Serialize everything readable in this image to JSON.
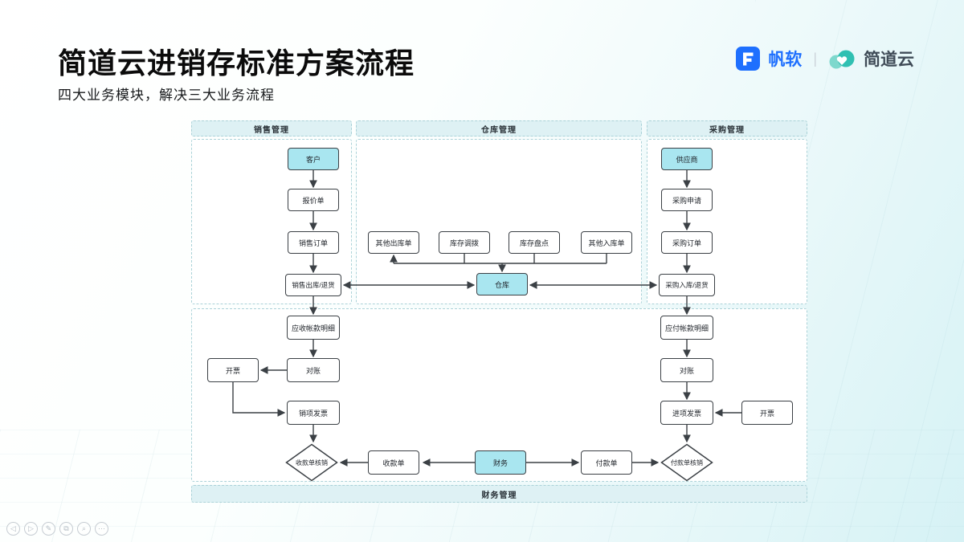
{
  "slide": {
    "title": "简道云进销存标准方案流程",
    "subtitle": "四大业务模块，解决三大业务流程"
  },
  "logos": {
    "fanruan_text": "帆软",
    "divider": "|",
    "jiandaoyun_text": "简道云"
  },
  "sections": {
    "sales": "销售管理",
    "warehouse": "仓库管理",
    "purchase": "采购管理",
    "finance": "财务管理"
  },
  "nodes": {
    "customer": "客户",
    "quotation": "报价单",
    "sales_order": "销售订单",
    "sales_outbound": "销售出库/退货",
    "other_outbound": "其他出库单",
    "stock_transfer": "库存调拨",
    "stock_count": "库存盘点",
    "other_inbound": "其他入库单",
    "warehouse": "仓库",
    "supplier": "供应商",
    "purchase_request": "采购申请",
    "purchase_order": "采购订单",
    "purchase_inbound": "采购入库/退货",
    "ar_detail": "应收帐款明细",
    "reconcile_left": "对账",
    "invoice_left": "开票",
    "sales_invoice": "销项发票",
    "receipt_writeoff": "收款单核销",
    "receipt": "收款单",
    "finance": "财务",
    "payment": "付款单",
    "payment_writeoff": "付款单核销",
    "ap_detail": "应付帐款明细",
    "reconcile_right": "对账",
    "input_invoice": "进项发票",
    "invoice_right": "开票"
  },
  "toolbar": {
    "prev_glyph": "◁",
    "next_glyph": "▷",
    "pen_glyph": "✎",
    "slides_glyph": "⧉",
    "zoom_glyph": "⌕",
    "more_glyph": "⋯"
  },
  "colors": {
    "accent_blue": "#1e6ffe",
    "brand_teal": "#30c0b2",
    "node_cyan": "#a9e6f0",
    "header_fill": "#def1f4",
    "dashed_border": "#abd2d8",
    "wire": "#3b4045"
  }
}
